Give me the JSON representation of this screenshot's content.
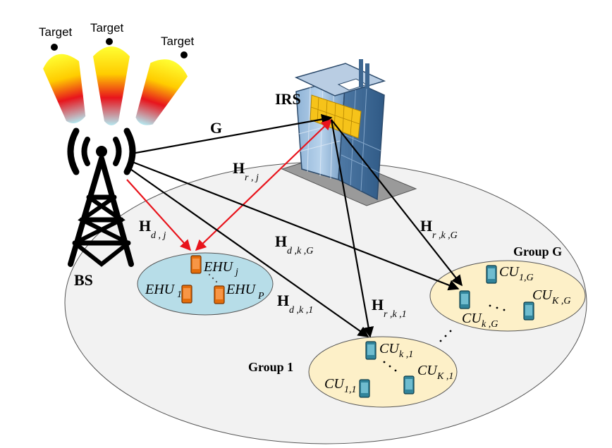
{
  "targets": [
    "Target",
    "Target",
    "Target"
  ],
  "labels": {
    "bs": "BS",
    "irs": "IRS",
    "group1": "Group 1",
    "groupG": "Group G"
  },
  "channels": {
    "G": "G",
    "H": "H",
    "hrj_sub": "r , j",
    "hdj_sub": "d , j",
    "hdkG_sub": "d ,k ,G",
    "hdk1_sub": "d ,k ,1",
    "hrkG_sub": "r ,k ,G",
    "hrk1_sub": "r ,k ,1"
  },
  "users": {
    "ehu_j": {
      "base": "EHU",
      "sub": "j"
    },
    "ehu_1": {
      "base": "EHU",
      "sub": "1"
    },
    "ehu_P": {
      "base": "EHU",
      "sub": "P"
    },
    "cu_1G": {
      "base": "CU",
      "sub": "1,G"
    },
    "cu_KG": {
      "base": "CU",
      "sub": "K ,G"
    },
    "cu_kG": {
      "base": "CU",
      "sub": "k ,G"
    },
    "cu_k1": {
      "base": "CU",
      "sub": "k ,1"
    },
    "cu_K1": {
      "base": "CU",
      "sub": "K ,1"
    },
    "cu_11": {
      "base": "CU",
      "sub": "1,1"
    }
  },
  "colors": {
    "red_link": "#e8141c",
    "black_link": "#000000",
    "cell": "#f2f2f2",
    "ehu_cluster": "#b7dde8",
    "cu_cluster": "#fdf0c8",
    "ehu_phone": "#e36c0a",
    "cu_phone": "#31849b"
  }
}
